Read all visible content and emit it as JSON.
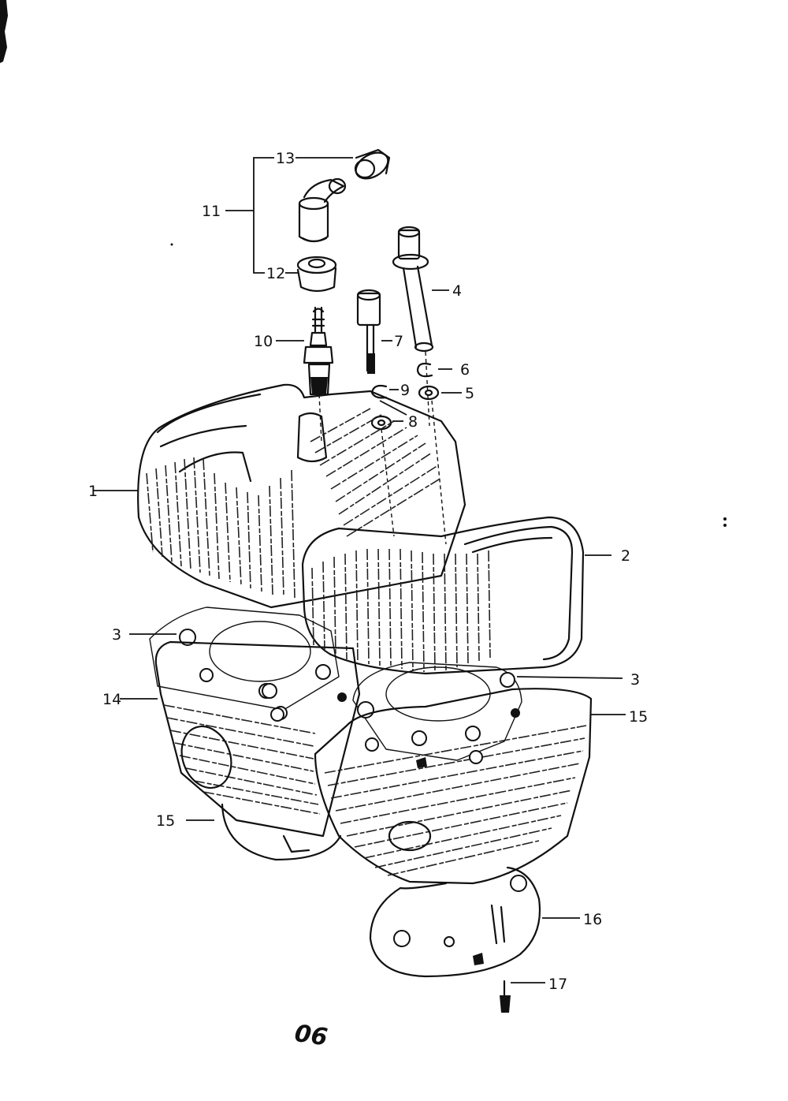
{
  "page_number": "06",
  "callouts": [
    {
      "id": "c1",
      "text": "1"
    },
    {
      "id": "c2",
      "text": "2"
    },
    {
      "id": "c3a",
      "text": "3"
    },
    {
      "id": "c3b",
      "text": "3"
    },
    {
      "id": "c4",
      "text": "4"
    },
    {
      "id": "c5",
      "text": "5"
    },
    {
      "id": "c6",
      "text": "6"
    },
    {
      "id": "c7",
      "text": "7"
    },
    {
      "id": "c8",
      "text": "8"
    },
    {
      "id": "c9",
      "text": "9"
    },
    {
      "id": "c10",
      "text": "10"
    },
    {
      "id": "c11",
      "text": "11"
    },
    {
      "id": "c12",
      "text": "12"
    },
    {
      "id": "c13",
      "text": "13"
    },
    {
      "id": "c14",
      "text": "14"
    },
    {
      "id": "c15a",
      "text": "15"
    },
    {
      "id": "c15b",
      "text": "15"
    },
    {
      "id": "c16",
      "text": "16"
    },
    {
      "id": "c17",
      "text": "17"
    }
  ]
}
